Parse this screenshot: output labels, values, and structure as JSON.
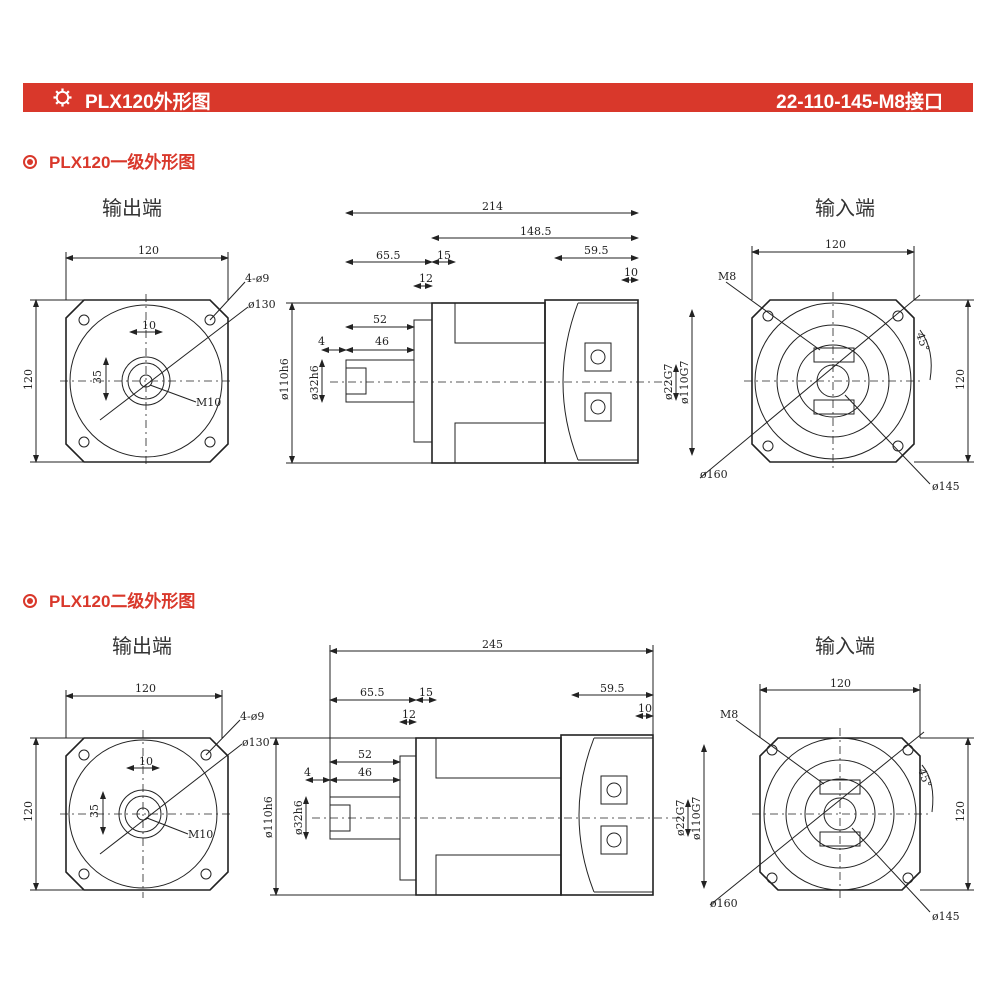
{
  "banner": {
    "title": "PLX120外形图",
    "right": "22-110-145-M8接口",
    "color": "#d9382b"
  },
  "sections": [
    {
      "title": "PLX120一级外形图",
      "output_label": "输出端",
      "input_label": "输入端",
      "front": {
        "w": "120",
        "h": "120",
        "holes": "4-ø9",
        "pcd": "ø130",
        "key": "10",
        "keyh": "35",
        "thread": "M10"
      },
      "side": {
        "total": "214",
        "body": "148.5",
        "a": "65.5",
        "b": "15",
        "c": "12",
        "d": "59.5",
        "e": "10",
        "f": "52",
        "g": "4",
        "h": "46",
        "d1": "ø110h6",
        "d2": "ø32h6",
        "d3": "ø22G7",
        "d4": "ø110G7"
      },
      "rear": {
        "w": "120",
        "h": "120",
        "m": "M8",
        "ang": "45°",
        "d1": "ø160",
        "d2": "ø145"
      }
    },
    {
      "title": "PLX120二级外形图",
      "output_label": "输出端",
      "input_label": "输入端",
      "front": {
        "w": "120",
        "h": "120",
        "holes": "4-ø9",
        "pcd": "ø130",
        "key": "10",
        "keyh": "35",
        "thread": "M10"
      },
      "side": {
        "total": "245",
        "a": "65.5",
        "b": "15",
        "c": "12",
        "d": "59.5",
        "e": "10",
        "f": "52",
        "g": "4",
        "h": "46",
        "d1": "ø110h6",
        "d2": "ø32h6",
        "d3": "ø22G7",
        "d4": "ø110G7"
      },
      "rear": {
        "w": "120",
        "h": "120",
        "m": "M8",
        "ang": "45°",
        "d1": "ø160",
        "d2": "ø145"
      }
    }
  ]
}
